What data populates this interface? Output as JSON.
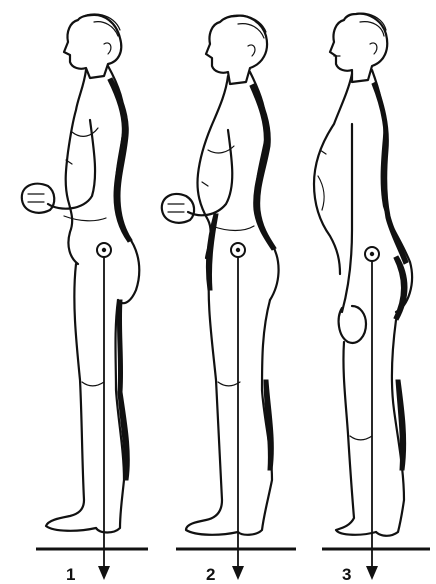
{
  "figures": [
    {
      "label": "1",
      "icon": "standing-man-posture-1"
    },
    {
      "label": "2",
      "icon": "standing-man-posture-2"
    },
    {
      "label": "3",
      "icon": "standing-man-posture-3"
    }
  ]
}
